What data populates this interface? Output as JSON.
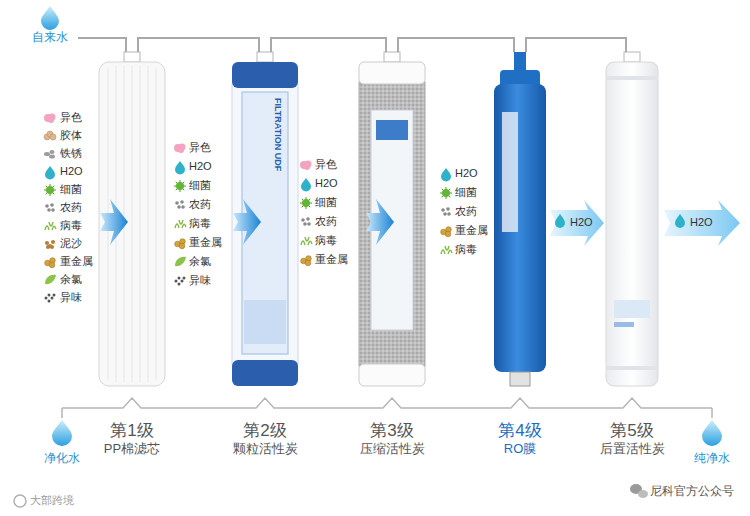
{
  "diagram": {
    "nodes": [
      {
        "text": [
          "第1级",
          "PP棉滤芯"
        ]
      },
      {
        "text": [
          "第2级",
          "颗粒活性炭"
        ]
      },
      {
        "text": [
          "第3级",
          "压缩活性炭"
        ]
      },
      {
        "text": [
          "第4级",
          "RO膜"
        ]
      },
      {
        "text": [
          "第5级",
          "后置活性炭"
        ]
      }
    ],
    "edges": [
      {
        "from": 0,
        "to": 1,
        "arrow": "none"
      },
      {
        "from": 1,
        "to": 2,
        "arrow": "none"
      },
      {
        "from": 2,
        "to": 3,
        "arrow": "none"
      },
      {
        "from": 3,
        "to": 4,
        "arrow": "none"
      }
    ],
    "labels": [
      "自来水",
      "异色",
      "胶体",
      "铁锈",
      "H2O",
      "细菌",
      "农药",
      "病毒",
      "泥沙",
      "重金属",
      "余氯",
      "异味",
      "异色",
      "H2O",
      "细菌",
      "农药",
      "病毒",
      "重金属",
      "余氯",
      "异味",
      "异色",
      "H2O",
      "细菌",
      "农药",
      "病毒",
      "重金属",
      "H2O",
      "细菌",
      "农药",
      "重金属",
      "病毒",
      "H2O",
      "H2O",
      "净化水",
      "纯净水",
      "FILTRATION UDF",
      "大部跨境",
      "尼科官方公众号"
    ]
  }
}
